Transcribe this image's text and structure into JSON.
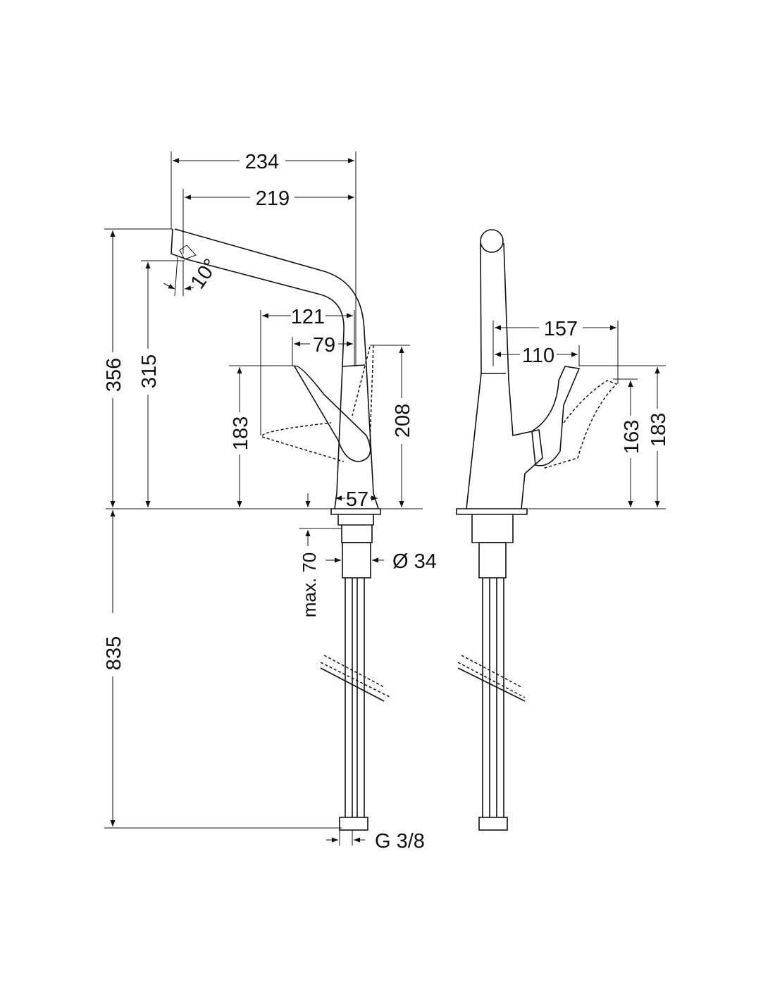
{
  "drawing": {
    "side_view": {
      "dimensions": {
        "spout_reach_total": "234",
        "spout_reach_outlet": "219",
        "total_height": "356",
        "outlet_height": "315",
        "lever_height": "183",
        "swivel_height": "208",
        "lever_reach_open": "121",
        "lever_reach": "79",
        "base_diameter": "57",
        "spray_angle": "10°",
        "hose_length": "835",
        "max_deck_thickness": "max. 70",
        "shank_diameter": "Ø 34",
        "connection_thread": "G 3/8"
      }
    },
    "front_view": {
      "dimensions": {
        "lever_reach_open": "157",
        "lever_reach": "110",
        "lever_height_open": "163",
        "lever_height": "183"
      }
    }
  }
}
